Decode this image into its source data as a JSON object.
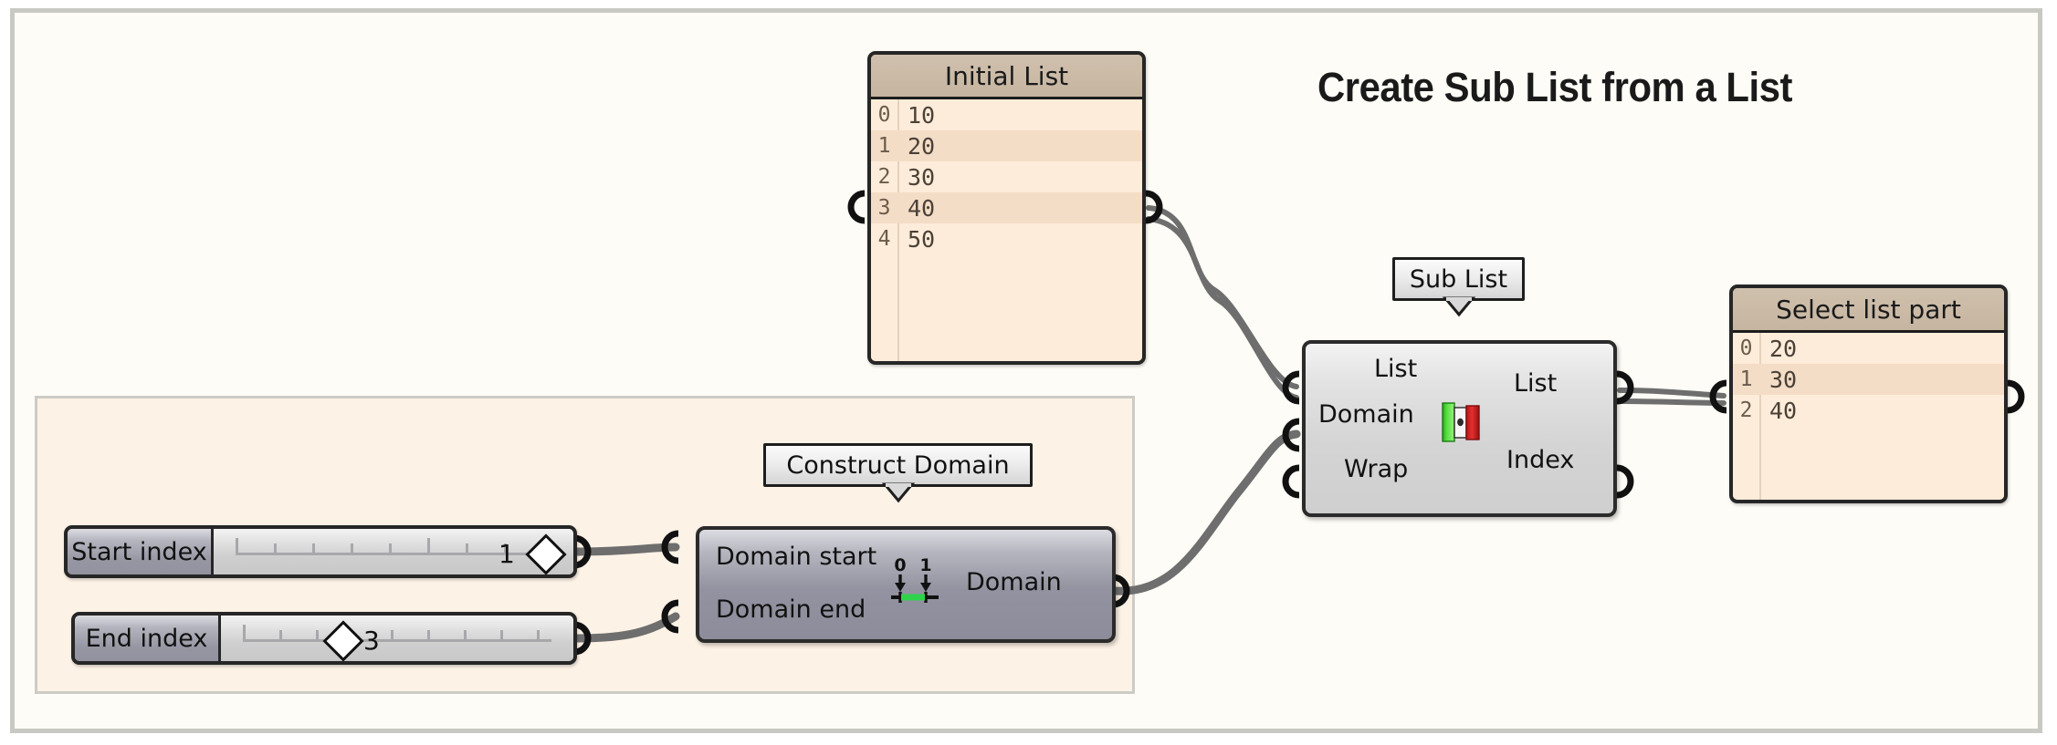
{
  "canvas": {
    "title": "Create Sub List from a List",
    "background_color": "#fdfcf6",
    "frame_color": "#c9c9c4",
    "group_fill": "#fdf2e6",
    "group_border": "#cdcbc6"
  },
  "panels": [
    {
      "id": "initial-list",
      "title": "Initial List",
      "rows": [
        {
          "index": "0",
          "value": "10"
        },
        {
          "index": "1",
          "value": "20"
        },
        {
          "index": "2",
          "value": "30"
        },
        {
          "index": "3",
          "value": "40"
        },
        {
          "index": "4",
          "value": "50"
        }
      ]
    },
    {
      "id": "select-list-part",
      "title": "Select list part",
      "rows": [
        {
          "index": "0",
          "value": "20"
        },
        {
          "index": "1",
          "value": "30"
        },
        {
          "index": "2",
          "value": "40"
        }
      ]
    }
  ],
  "nodes": {
    "sub_list": {
      "name_tag": "Sub List",
      "inputs": [
        "List",
        "Domain",
        "Wrap"
      ],
      "outputs": [
        "List",
        "Index"
      ],
      "icon": "sublist-icon",
      "icon_colors": {
        "left": "#3bd12a",
        "middle": "#f4f4f4",
        "right": "#e02020"
      }
    },
    "construct_domain": {
      "name_tag": "Construct Domain",
      "inputs": [
        "Domain start",
        "Domain end"
      ],
      "outputs": [
        "Domain"
      ],
      "icon": "domain-icon",
      "icon_labels": [
        "0",
        "1"
      ],
      "icon_accent": "#2fd34a"
    }
  },
  "sliders": [
    {
      "id": "start-index",
      "label": "Start index",
      "value": "1",
      "handle_percent": 93,
      "value_side": "left",
      "ticks": 9
    },
    {
      "id": "end-index",
      "label": "End index",
      "value": "3",
      "handle_percent": 35,
      "value_side": "right",
      "ticks": 9
    }
  ],
  "wires": {
    "color": "#6e6e6e",
    "types": {
      "list": "double-line",
      "item": "single-line"
    }
  }
}
